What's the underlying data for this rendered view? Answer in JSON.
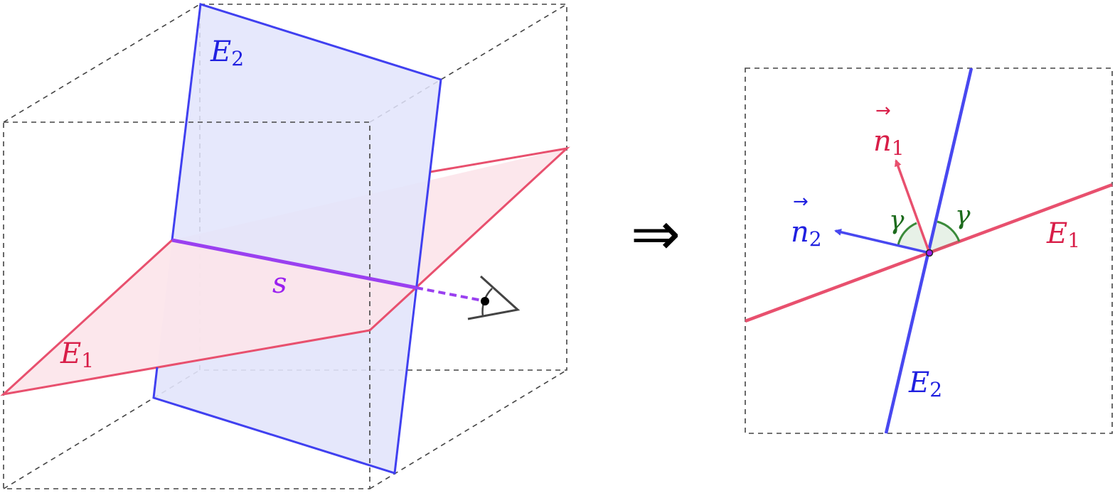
{
  "colors": {
    "plane1": "#e8506e",
    "plane1_fill": "#fce4ea",
    "plane2": "#4040f0",
    "plane2_fill": "#e2e4fb",
    "line_s": "#9a40f0",
    "angle": "#3a8a3a",
    "box": "#444444"
  },
  "left_view": {
    "plane1_label": {
      "base": "E",
      "sub": "1"
    },
    "plane2_label": {
      "base": "E",
      "sub": "2"
    },
    "line_label": "s",
    "observer_icon": "eye-icon"
  },
  "implies_symbol": "⇒",
  "right_view": {
    "normal1_label": {
      "base": "n",
      "sub": "1",
      "arrow": "→"
    },
    "normal2_label": {
      "base": "n",
      "sub": "2",
      "arrow": "→"
    },
    "angle_label_left": "γ",
    "angle_label_right": "γ",
    "plane1_label": {
      "base": "E",
      "sub": "1"
    },
    "plane2_label": {
      "base": "E",
      "sub": "2"
    }
  }
}
